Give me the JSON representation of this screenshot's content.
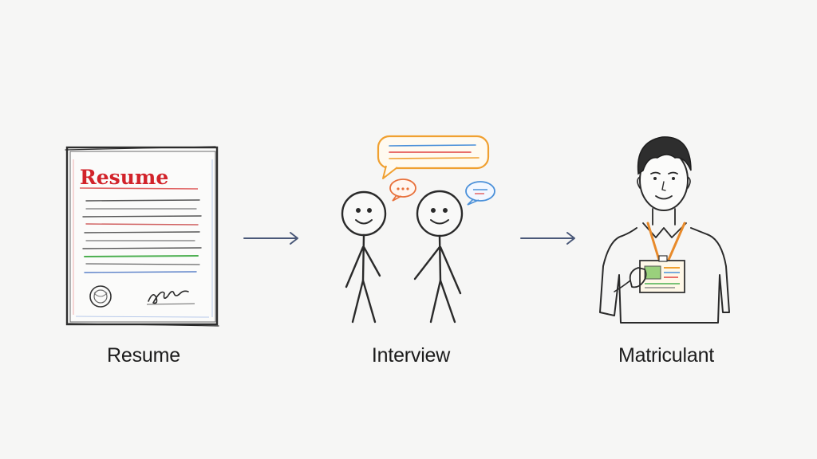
{
  "steps": [
    {
      "label": "Resume",
      "icon": "resume-document-icon"
    },
    {
      "label": "Interview",
      "icon": "interview-people-icon"
    },
    {
      "label": "Matriculant",
      "icon": "student-with-badge-icon"
    }
  ],
  "resume_doc": {
    "heading": "Resume",
    "heading_color": "#d2232a"
  },
  "arrow_color": "#4a5878",
  "accent_colors": {
    "orange": "#f0a030",
    "blue": "#4a90d9",
    "green": "#4caf50",
    "red": "#e04040"
  }
}
